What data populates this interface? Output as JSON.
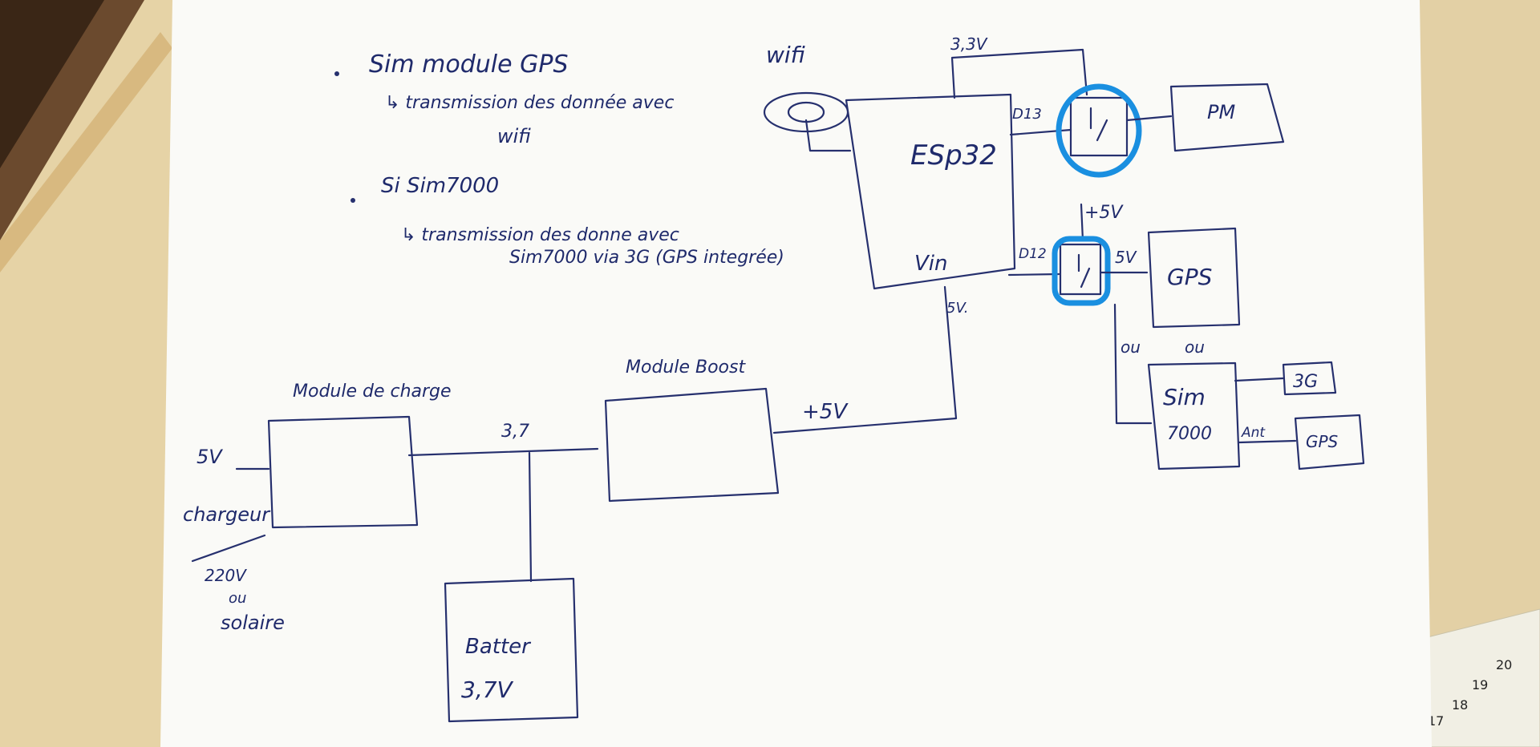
{
  "notes": {
    "line1": "Sim module GPS",
    "line1_sub": "↳ transmission des donnée avec",
    "line1_sub2": "wifi",
    "line2": "Si Sim7000",
    "line2_sub": "↳ transmission des donne avec",
    "line2_sub2": "Sim7000 via 3G (GPS integrée)"
  },
  "labels": {
    "wifi": "wifi",
    "esp32": "ESp32",
    "vin": "Vin",
    "v33": "3,3V",
    "d13": "D13",
    "d12": "D12",
    "plus5v_top": "+5V",
    "v5_gps": "5V",
    "pm": "PM",
    "gps": "GPS",
    "ou_left": "ou",
    "ou_right": "ou",
    "sim7000": "Sim",
    "sim7000_b": "7000",
    "ant": "Ant",
    "g3": "3G",
    "gps_small": "GPS",
    "gnd_label": "5V.",
    "module_boost": "Module Boost",
    "module_charge": "Module de charge",
    "v37": "3,7",
    "plus5v": "+5V",
    "in5v": "5V",
    "chargeur": "chargeur",
    "v220": "220V",
    "ou_solar": "ou",
    "solaire": "solaire",
    "batterie": "Batter",
    "batterie_v": "3,7V"
  },
  "colors": {
    "paper": "#fafaf7",
    "ink": "#26306e",
    "highlight": "#1a8fe0",
    "table": "#e9d9b0"
  }
}
